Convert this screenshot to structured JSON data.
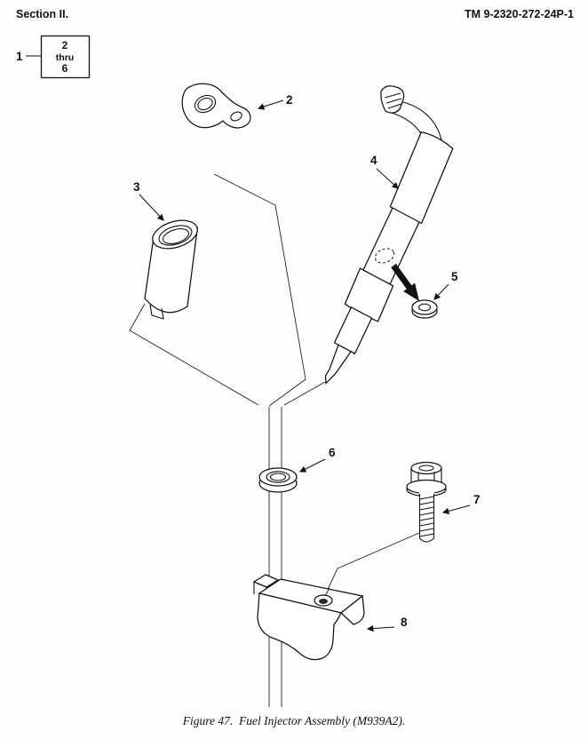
{
  "page": {
    "section_label": "Section II.",
    "tm_number": "TM 9-2320-272-24P-1",
    "figure_caption": "Figure 47.  Fuel Injector Assembly (M939A2).",
    "ink_color": "#111111",
    "background_color": "#fdfdfd"
  },
  "callout_box": {
    "item_number": "1",
    "range_top": "2",
    "range_mid": "thru",
    "range_bottom": "6"
  },
  "part_labels": {
    "2": "2",
    "3": "3",
    "4": "4",
    "5": "5",
    "6": "6",
    "7": "7",
    "8": "8"
  }
}
